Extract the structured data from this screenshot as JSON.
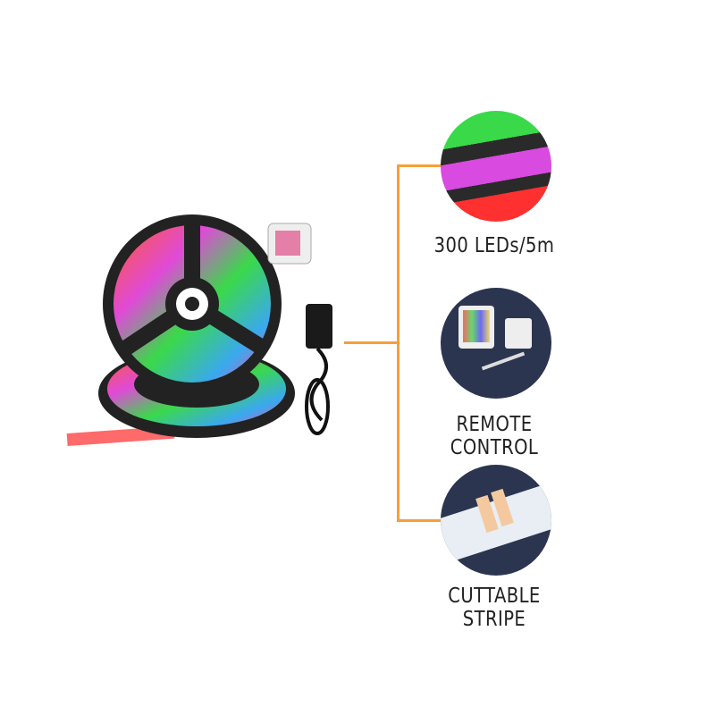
{
  "features": [
    {
      "label": "300 LEDs/5m",
      "icon": "led-reel-closeup"
    },
    {
      "label": "REMOTE CONTROL",
      "icon": "remote-controller"
    },
    {
      "label": "CUTTABLE STRIPE",
      "icon": "cut-strip-closeup"
    }
  ],
  "colors": {
    "connector": "#f5a03a",
    "label": "#222222",
    "circle_bg": "#2b3550"
  }
}
